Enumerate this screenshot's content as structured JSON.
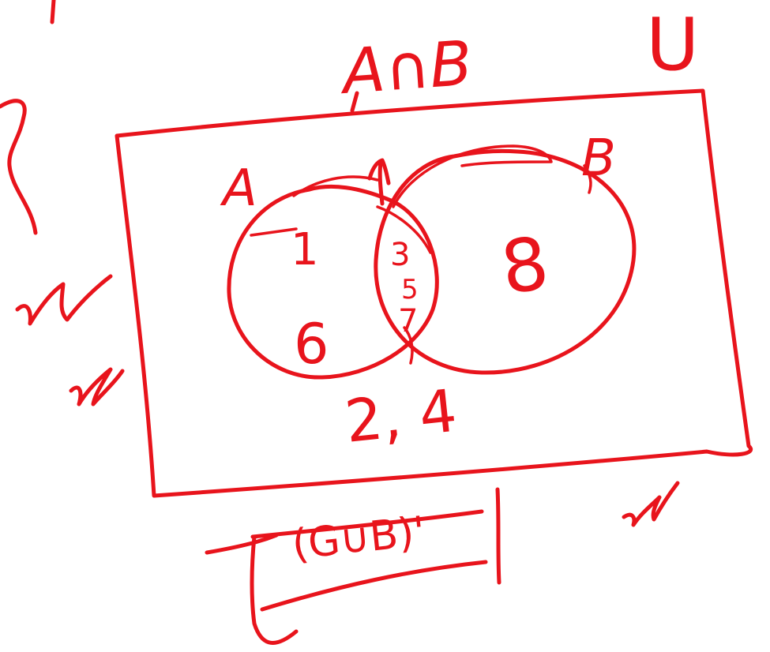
{
  "diagram": {
    "universal_label": "U",
    "intersection_label": "A∩B",
    "set_a_label": "A",
    "set_b_label": "B",
    "a_only_elements": [
      "1",
      "6"
    ],
    "intersection_elements": [
      "3",
      "5",
      "7"
    ],
    "b_only_elements": [
      "8"
    ],
    "outside_elements": "2, 4",
    "bottom_note": "(G∪B)'",
    "ink_color": "#e8141c"
  }
}
